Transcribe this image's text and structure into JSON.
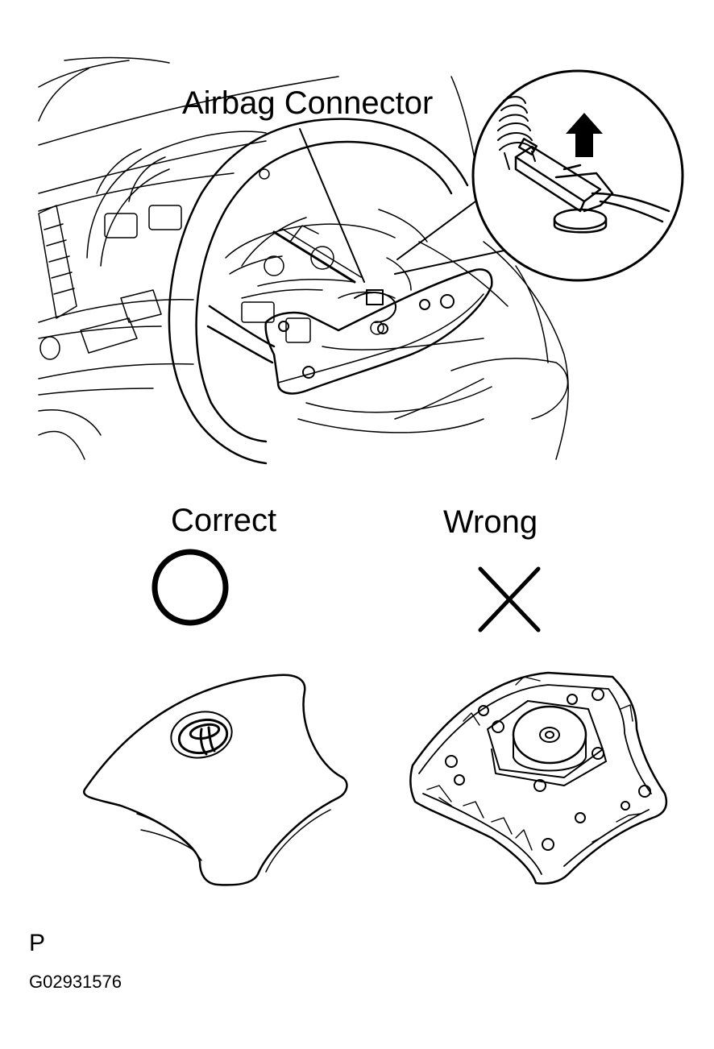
{
  "labels": {
    "airbag_connector": "Airbag Connector",
    "correct": "Correct",
    "wrong": "Wrong",
    "page_letter": "P",
    "figure_code": "G02931576"
  },
  "icons": {
    "correct_mark": "circle-icon",
    "wrong_mark": "cross-icon",
    "pull_direction": "up-arrow-icon"
  },
  "colors": {
    "ink": "#000000",
    "paper": "#ffffff"
  }
}
